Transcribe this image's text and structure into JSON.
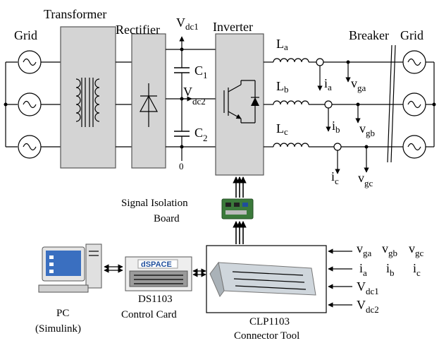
{
  "labels": {
    "grid_left": "Grid",
    "transformer": "Transformer",
    "rectifier": "Rectifier",
    "inverter": "Inverter",
    "breaker": "Breaker",
    "grid_right": "Grid",
    "vdc1_top": "V",
    "vdc1_top_sub": "dc1",
    "c1": "C",
    "c1_sub": "1",
    "vdc2_mid": "V",
    "vdc2_mid_sub": "dc2",
    "c2": "C",
    "c2_sub": "2",
    "zero": "0",
    "la": "L",
    "la_sub": "a",
    "lb": "L",
    "lb_sub": "b",
    "lc": "L",
    "lc_sub": "c",
    "ia": "i",
    "ia_sub": "a",
    "vga": "v",
    "vga_sub": "ga",
    "ib": "i",
    "ib_sub": "b",
    "vgb": "v",
    "vgb_sub": "gb",
    "ic": "i",
    "ic_sub": "c",
    "vgc": "v",
    "vgc_sub": "gc",
    "signal_isolation_1": "Signal Isolation",
    "signal_isolation_2": "Board",
    "pc_1": "PC",
    "pc_2": "(Simulink)",
    "dspace_logo": "dSPACE",
    "ds1103_1": "DS1103",
    "ds1103_2": "Control Card",
    "clp1103_1": "CLP1103",
    "clp1103_2": "Connector Tool",
    "in_vga": "v",
    "in_vga_sub": "ga",
    "in_vgb": "v",
    "in_vgb_sub": "gb",
    "in_vgc": "v",
    "in_vgc_sub": "gc",
    "in_ia": "i",
    "in_ia_sub": "a",
    "in_ib": "i",
    "in_ib_sub": "b",
    "in_ic": "i",
    "in_ic_sub": "c",
    "in_vdc1": "V",
    "in_vdc1_sub": "dc1",
    "in_vdc2": "V",
    "in_vdc2_sub": "dc2"
  },
  "colors": {
    "block_fill": "#d4d4d4",
    "dspace_blue": "#1f4e9c",
    "board_green": "#3b7a3b"
  }
}
